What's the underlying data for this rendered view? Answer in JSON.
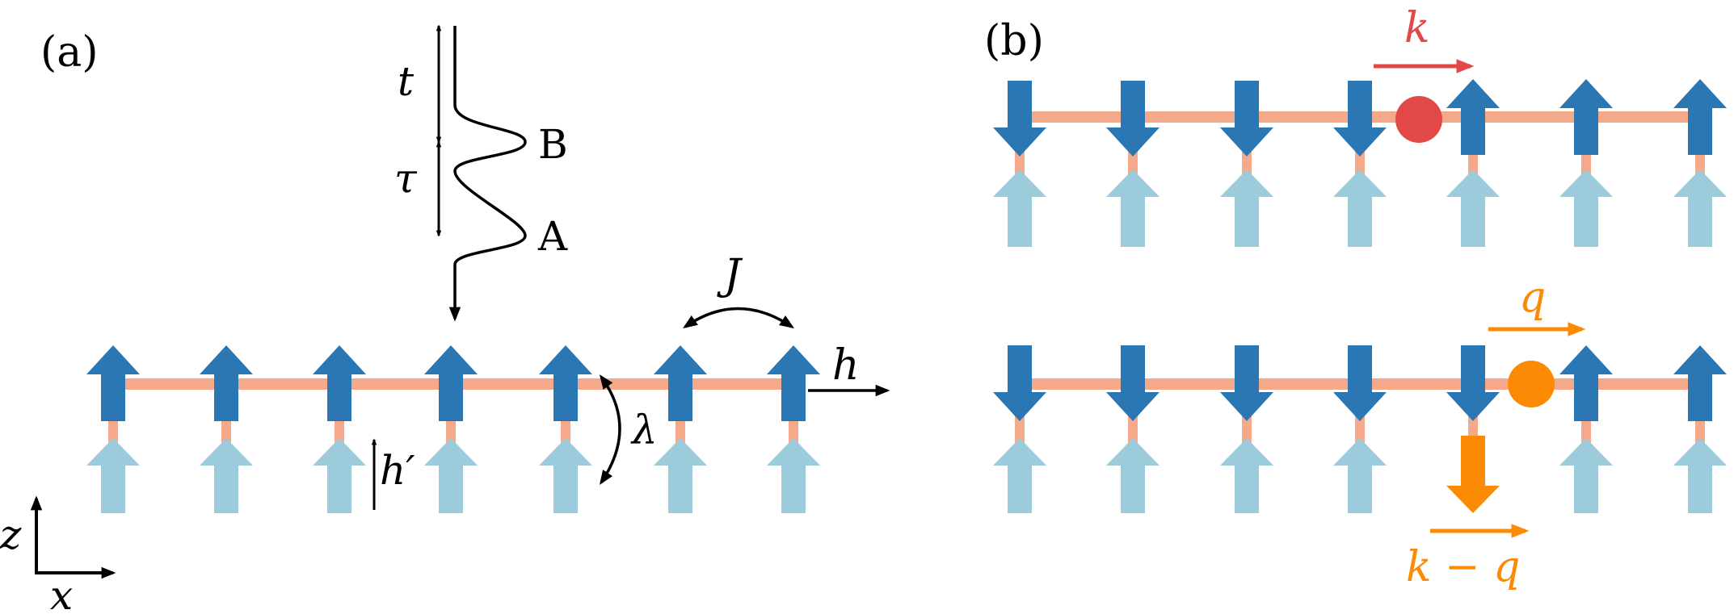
{
  "panels": {
    "a": {
      "label": "(a)",
      "pulse_labels": {
        "t": "t",
        "tau": "τ",
        "B": "B",
        "A": "A"
      },
      "couplings": {
        "J": "J",
        "h": "h",
        "h_prime": "h′",
        "lambda": "λ"
      },
      "axes": {
        "z": "z",
        "x": "x"
      }
    },
    "b": {
      "label": "(b)",
      "top_row": {
        "momentum": "k"
      },
      "bottom_row": {
        "momentum_q": "q",
        "momentum_k_minus_q": "k − q"
      }
    }
  },
  "colors": {
    "upper_spin": "#2a77b4",
    "lower_spin": "#9ccbdc",
    "bond": "#f4a98a",
    "domain_wall_top": "#e34848",
    "domain_wall_bottom": "#fb8b05",
    "flipped_spin": "#fb8b05",
    "black": "#000000"
  }
}
